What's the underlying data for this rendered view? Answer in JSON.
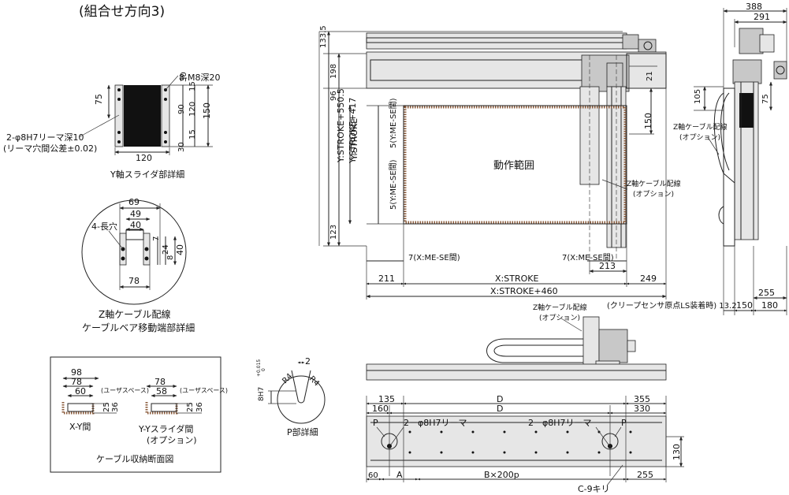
{
  "title": "(組合せ方向3)",
  "y_slider": {
    "tap_label": "8-M8深20",
    "hole_label_1": "2-φ8H7リーマ深10",
    "hole_label_2": "(リーマ穴間公差±0.02)",
    "dims": [
      "75",
      "30",
      "15",
      "90",
      "120",
      "150",
      "30",
      "15",
      "120"
    ],
    "caption": "Y軸スライダ部詳細"
  },
  "z_cable": {
    "dims": [
      "69",
      "49",
      "40",
      "7",
      "24",
      "8",
      "40",
      "78"
    ],
    "hole_label": "4-長穴",
    "caption_1": "Z軸ケーブル配線",
    "caption_2": "ケーブルベア移動端部詳細"
  },
  "cable_storage": {
    "left": {
      "dims": [
        "98",
        "78",
        "60",
        "25",
        "36"
      ],
      "space": "(ユーザスペース)",
      "caption": "X-Y間"
    },
    "right": {
      "dims": [
        "78",
        "58",
        "25",
        "36"
      ],
      "space": "(ユーザスペース)",
      "caption_1": "Y-Yスライダ間",
      "caption_2": "(オプション)"
    },
    "caption": "ケーブル収納断面図"
  },
  "p_detail": {
    "tolerance_main": "8H7",
    "tolerance_up": "+0.015",
    "tolerance_low": "0",
    "dim_2": "2",
    "r1": "R4",
    "r2": "R4",
    "caption": "P部詳細"
  },
  "main_view": {
    "vdims": [
      "133.5",
      "198",
      "96",
      "123"
    ],
    "vlabels": [
      "Y:STROKE+550.5",
      "Y:STROKE+417",
      "Y:STROKE"
    ],
    "ylimits": [
      "5(Y:ME-SE間)",
      "5(Y:ME-SE間)"
    ],
    "area": "動作範囲",
    "right_dims": [
      "21",
      "150"
    ],
    "z_label_1": "Z軸ケーブル配線",
    "z_label_2": "(オプション)",
    "x_limits": [
      "7(X:ME-SE間)",
      "7(X:ME-SE間)"
    ],
    "hdims": [
      "213",
      "211",
      "X:STROKE",
      "249",
      "X:STROKE+460"
    ]
  },
  "side_view": {
    "top_dims": [
      "388",
      "291"
    ],
    "left_dims": [
      "105",
      "75"
    ],
    "z_label_1": "Z軸ケーブル配線",
    "z_label_2": "(オプション)",
    "bottom_dims": [
      "255",
      "150",
      "180"
    ],
    "creep": "(クリープセンサ原点LS装着時) 13.2"
  },
  "bottom_view": {
    "z_label_1": "Z軸ケーブル配線",
    "z_label_2": "(オプション)",
    "top_dims": [
      "135",
      "D",
      "355",
      "160",
      "D",
      "330"
    ],
    "p1": "P",
    "p2": "P",
    "hole_1": "2－φ8H7リーマ",
    "hole_2": "2－φ8H7リーマ",
    "height": "130",
    "bottom_dims": [
      "60",
      "A",
      "B×200p",
      "255"
    ],
    "drill": "C-9キリ"
  }
}
